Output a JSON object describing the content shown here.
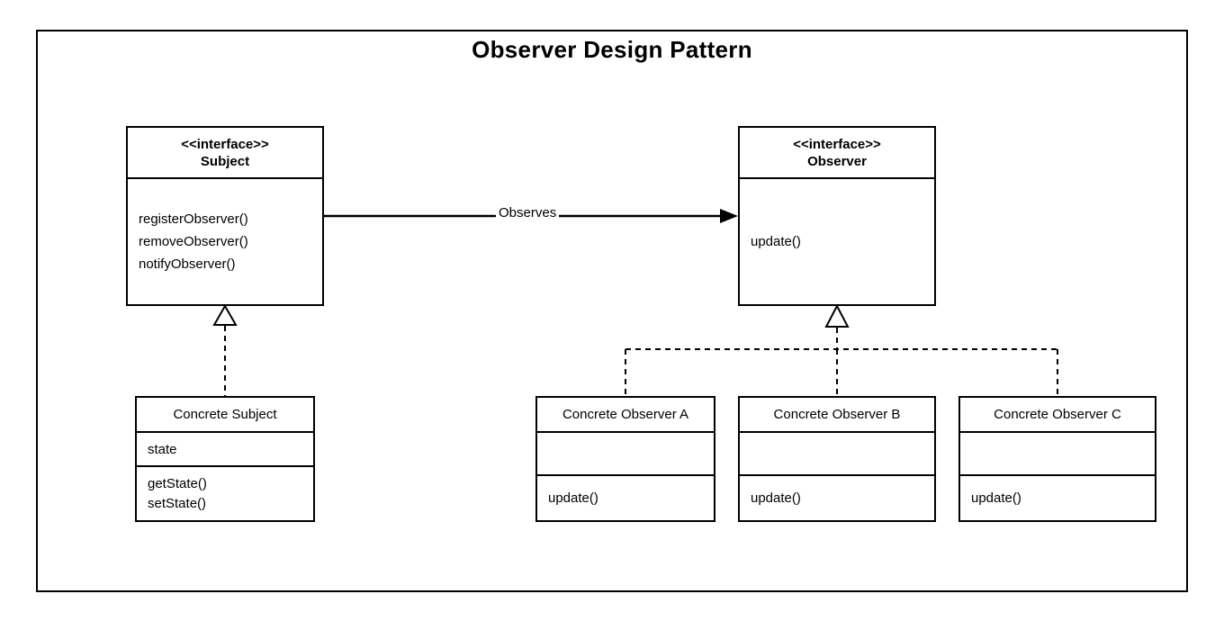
{
  "title": "Observer Design Pattern",
  "classes": {
    "subject": {
      "stereotype": "<<interface>>",
      "name": "Subject",
      "methods": [
        "registerObserver()",
        "removeObserver()",
        "notifyObserver()"
      ]
    },
    "observer": {
      "stereotype": "<<interface>>",
      "name": "Observer",
      "methods": [
        "update()"
      ]
    },
    "concrete_subject": {
      "name": "Concrete Subject",
      "attributes": [
        "state"
      ],
      "methods": [
        "getState()",
        "setState()"
      ]
    },
    "concrete_observer_a": {
      "name": "Concrete Observer A",
      "attributes": [],
      "methods": [
        "update()"
      ]
    },
    "concrete_observer_b": {
      "name": "Concrete Observer B",
      "attributes": [],
      "methods": [
        "update()"
      ]
    },
    "concrete_observer_c": {
      "name": "Concrete Observer C",
      "attributes": [],
      "methods": [
        "update()"
      ]
    }
  },
  "relationships": {
    "observes": {
      "label": "Observes",
      "from": "Subject",
      "to": "Observer",
      "type": "directed-association"
    },
    "subject_realization": {
      "from": "Concrete Subject",
      "to": "Subject",
      "type": "realization"
    },
    "observer_realization": {
      "from": "Concrete Observer A, Concrete Observer B, Concrete Observer C",
      "to": "Observer",
      "type": "realization"
    }
  },
  "colors": {
    "stroke": "#000000",
    "fill": "#ffffff"
  }
}
